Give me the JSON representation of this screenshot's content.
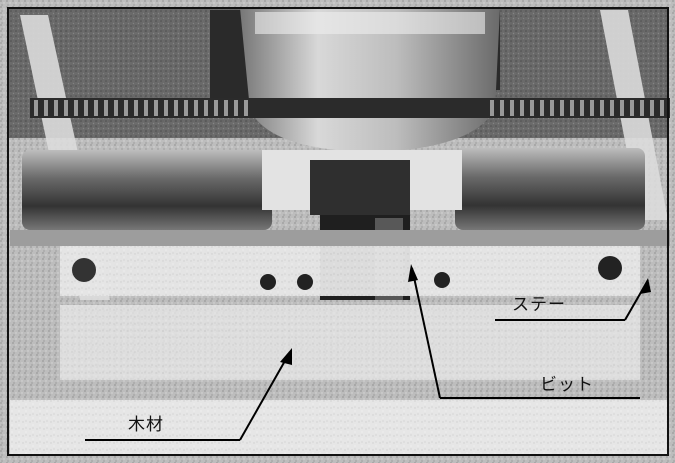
{
  "labels": {
    "stay": "ステー",
    "bit": "ビット",
    "wood": "木材"
  }
}
